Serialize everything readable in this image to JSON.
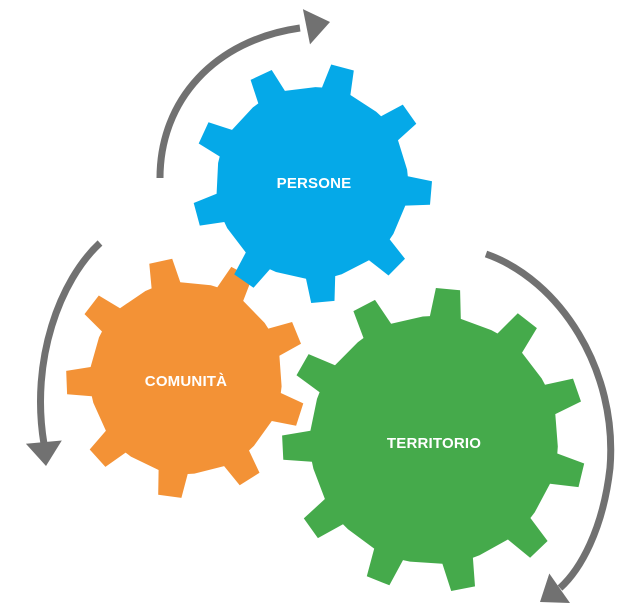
{
  "diagram": {
    "gears": [
      {
        "id": "persone",
        "label": "PERSONE",
        "color": "#05A9E8"
      },
      {
        "id": "comunita",
        "label": "COMUNITÀ",
        "color": "#F39236"
      },
      {
        "id": "territorio",
        "label": "TERRITORIO",
        "color": "#45AA4B"
      }
    ],
    "arrow_color": "#717171",
    "arrow_icon": "curved-arrow-icon",
    "background": "#FFFFFF"
  }
}
